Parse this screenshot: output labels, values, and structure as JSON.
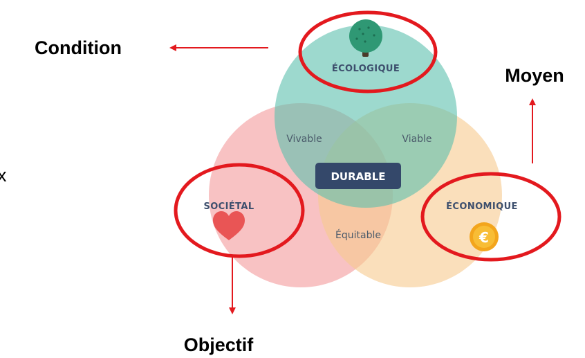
{
  "diagram": {
    "circles": {
      "ecologique": {
        "label": "ÉCOLOGIQUE",
        "color": "#5cbfae"
      },
      "societal": {
        "label": "SOCIÉTAL",
        "color": "#f39a9b"
      },
      "economique": {
        "label": "ÉCONOMIQUE",
        "color": "#f7c98d"
      }
    },
    "overlaps": {
      "vivable": "Vivable",
      "viable": "Viable",
      "equitable": "Équitable"
    },
    "center": {
      "label": "DURABLE",
      "color": "#34486a"
    },
    "roles": {
      "condition": "Condition",
      "moyen": "Moyen",
      "objectif": "Objectif"
    },
    "edge_text": "x",
    "icons": {
      "tree": "tree-icon",
      "heart": "heart-icon",
      "euro": "euro-coin-icon"
    },
    "highlight_color": "#e3191e"
  }
}
